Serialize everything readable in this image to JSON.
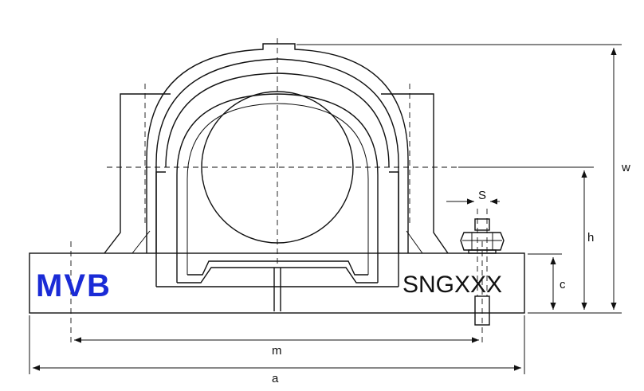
{
  "brand": {
    "logo_text": "MVB",
    "color": "#1a2bd6"
  },
  "model": "SNGXXX",
  "dimensions": {
    "w": "w",
    "h": "h",
    "c": "c",
    "s": "S",
    "m": "m",
    "a": "a"
  },
  "colors": {
    "line": "#111111",
    "background": "#ffffff"
  }
}
